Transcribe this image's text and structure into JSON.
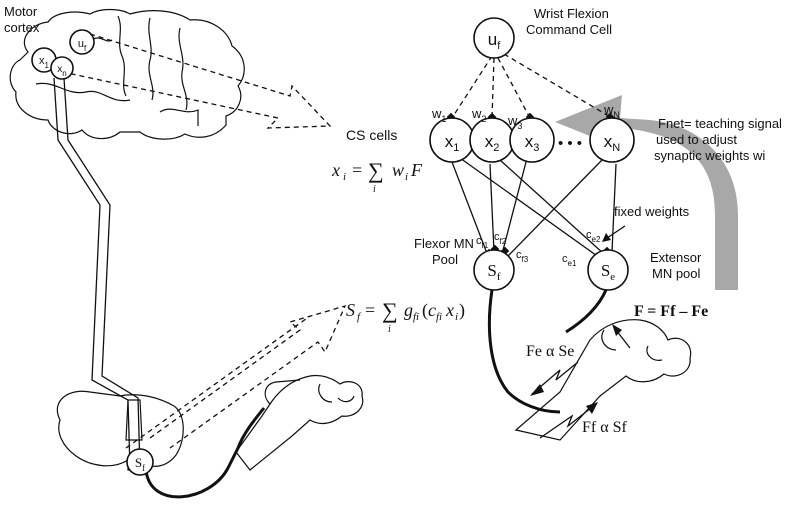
{
  "title": "Wrist Flexion Command Cell",
  "labels": {
    "motor_cortex": "Motor cortex",
    "cs_cells": "CS cells",
    "fixed_weights": "fixed weights",
    "flexor_pool": "Flexor MN Pool",
    "extensor_pool": "Extensor MN pool",
    "teaching_signal": "Fnet= teaching signal used to adjust synaptic weights wi",
    "ellipsis": "• • •"
  },
  "nodes": {
    "uf": "uf",
    "x1": "x1",
    "x2": "x2",
    "x3": "x3",
    "xN": "xN",
    "Sf": "Sf",
    "Se": "Se",
    "brain_uf": "uf",
    "brain_x1": "x1",
    "brain_xn": "xn",
    "spinal_Sf": "Sf"
  },
  "weights": {
    "w1": "w1",
    "w2": "w2",
    "w3": "w3",
    "wN": "wN",
    "cf1": "cf1",
    "cf2": "cf2",
    "cf3": "cf3",
    "ce1": "ce1",
    "ce2": "ce2"
  },
  "equations": {
    "xi": "xi = ∑i wi F",
    "sf": "Sf = ∑i gfi(cfi xi)",
    "force": "F = Ff – Fe",
    "fe": "Fe α Se",
    "ff": "Ff α Sf"
  },
  "colors": {
    "arrow_gray": "#a8a8a8",
    "ink": "#111111"
  }
}
